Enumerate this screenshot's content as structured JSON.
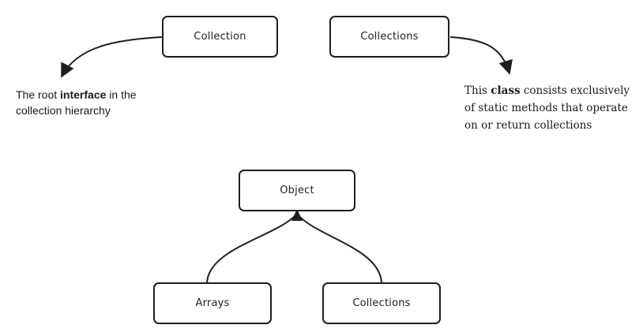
{
  "colors": {
    "stroke": "#1e1e1e",
    "text": "#222222",
    "background": "#ffffff"
  },
  "top": {
    "collection_box": {
      "label": "Collection"
    },
    "collections_box": {
      "label": "Collections"
    },
    "collection_note": {
      "before": "The root ",
      "bold": "interface",
      "after": " in the",
      "line2": "collection hierarchy"
    },
    "collections_note": {
      "before": "This ",
      "bold": "class",
      "after": " consists exclusively",
      "line2": "of static methods that operate",
      "line3": "on or return collections"
    }
  },
  "hierarchy": {
    "object_box": {
      "label": "Object"
    },
    "arrays_box": {
      "label": "Arrays"
    },
    "collections_box": {
      "label": "Collections"
    }
  }
}
